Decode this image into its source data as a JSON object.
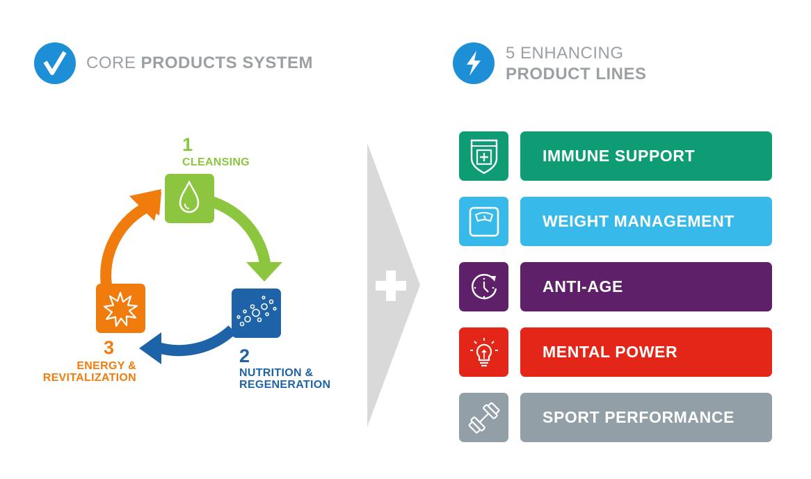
{
  "left_header": {
    "regular": "CORE ",
    "bold": "PRODUCTS SYSTEM"
  },
  "right_header": {
    "line1": "5 ENHANCING",
    "line2": "PRODUCT LINES"
  },
  "cycle": [
    {
      "number": "1",
      "label_line1": "CLEANSING",
      "label_line2": "",
      "color": "#8cc63f",
      "icon": "drop-icon"
    },
    {
      "number": "2",
      "label_line1": "NUTRITION &",
      "label_line2": "REGENERATION",
      "color": "#1e63a8",
      "icon": "molecules-icon"
    },
    {
      "number": "3",
      "label_line1": "ENERGY &",
      "label_line2": "REVITALIZATION",
      "color": "#f07c0e",
      "icon": "burst-icon"
    }
  ],
  "product_lines": [
    {
      "label": "IMMUNE SUPPORT",
      "color": "#0e9c74",
      "icon": "shield-plus-icon"
    },
    {
      "label": "WEIGHT MANAGEMENT",
      "color": "#37baea",
      "icon": "scale-icon"
    },
    {
      "label": "ANTI-AGE",
      "color": "#5e2069",
      "icon": "clock-icon"
    },
    {
      "label": "MENTAL POWER",
      "color": "#e42618",
      "icon": "lightbulb-icon"
    },
    {
      "label": "SPORT PERFORMANCE",
      "color": "#929fa7",
      "icon": "dumbbell-icon"
    }
  ],
  "colors": {
    "header_icon": "#1d8fd6",
    "header_text": "#9aa0a4",
    "separator": "#d9d9d9"
  }
}
